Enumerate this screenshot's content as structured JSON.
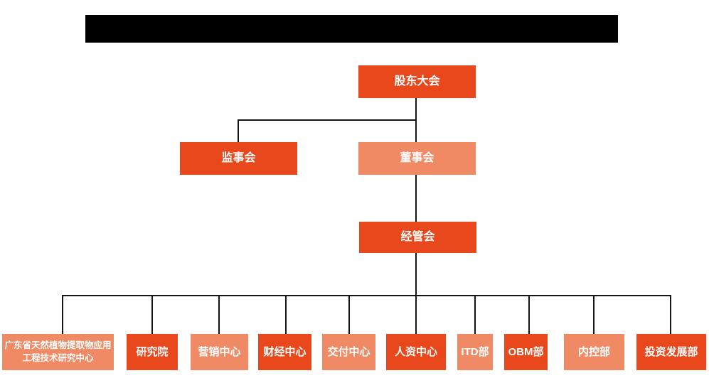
{
  "colors": {
    "dark_orange": "#e8481c",
    "light_orange": "#ef8a64",
    "line": "#141414",
    "redaction": "#000000",
    "text": "#ffffff"
  },
  "header": {
    "redacted": true
  },
  "org": {
    "level1": {
      "label": "股东大会",
      "tone": "dark"
    },
    "level2": {
      "supervisory_board": {
        "label": "监事会",
        "tone": "dark"
      },
      "board_of_directors": {
        "label": "董事会",
        "tone": "light"
      }
    },
    "level3": {
      "label": "经管会",
      "tone": "dark"
    },
    "departments": [
      {
        "label": "广东省天然植物提取物应用工程技术研究中心",
        "tone": "light"
      },
      {
        "label": "研究院",
        "tone": "dark"
      },
      {
        "label": "营销中心",
        "tone": "light"
      },
      {
        "label": "财经中心",
        "tone": "dark"
      },
      {
        "label": "交付中心",
        "tone": "light"
      },
      {
        "label": "人资中心",
        "tone": "dark"
      },
      {
        "label": "ITD部",
        "tone": "light"
      },
      {
        "label": "OBM部",
        "tone": "dark"
      },
      {
        "label": "内控部",
        "tone": "light"
      },
      {
        "label": "投资发展部",
        "tone": "dark"
      }
    ]
  }
}
